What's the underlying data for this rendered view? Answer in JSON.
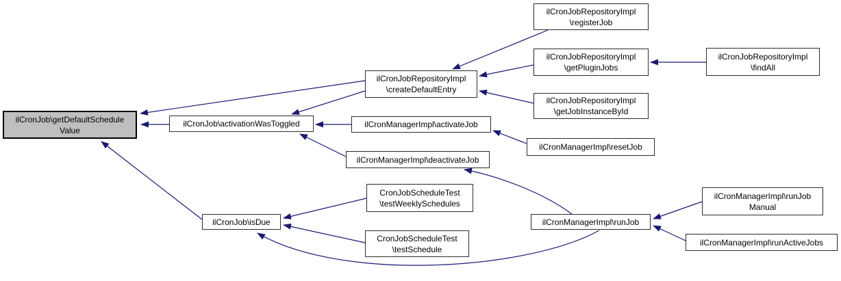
{
  "graph": {
    "type": "caller-graph",
    "accent_color": "#191970",
    "node_border_color": "#2b2b2b",
    "highlight_fill": "#bfbfbf",
    "background_color": "#ffffff",
    "nodes": {
      "getDefaultScheduleValue": {
        "line1": "ilCronJob\\getDefaultSchedule",
        "line2": "Value",
        "highlighted": true
      },
      "activationWasToggled": {
        "line1": "ilCronJob\\activationWasToggled"
      },
      "isDue": {
        "line1": "ilCronJob\\isDue"
      },
      "createDefaultEntry": {
        "line1": "ilCronJobRepositoryImpl",
        "line2": "\\createDefaultEntry"
      },
      "activateJob": {
        "line1": "ilCronManagerImpl\\activateJob"
      },
      "deactivateJob": {
        "line1": "ilCronManagerImpl\\deactivateJob"
      },
      "testWeeklySchedules": {
        "line1": "CronJobScheduleTest",
        "line2": "\\testWeeklySchedules"
      },
      "testSchedule": {
        "line1": "CronJobScheduleTest",
        "line2": "\\testSchedule"
      },
      "registerJob": {
        "line1": "ilCronJobRepositoryImpl",
        "line2": "\\registerJob"
      },
      "getPluginJobs": {
        "line1": "ilCronJobRepositoryImpl",
        "line2": "\\getPluginJobs"
      },
      "getJobInstanceById": {
        "line1": "ilCronJobRepositoryImpl",
        "line2": "\\getJobInstanceById"
      },
      "findAll": {
        "line1": "ilCronJobRepositoryImpl",
        "line2": "\\findAll"
      },
      "resetJob": {
        "line1": "ilCronManagerImpl\\resetJob"
      },
      "runJob": {
        "line1": "ilCronManagerImpl\\runJob"
      },
      "runJobManual": {
        "line1": "ilCronManagerImpl\\runJob",
        "line2": "Manual"
      },
      "runActiveJobs": {
        "line1": "ilCronManagerImpl\\runActiveJobs"
      }
    },
    "edges": [
      {
        "from": "ilCronJob\\activationWasToggled",
        "to": "ilCronJob\\getDefaultScheduleValue"
      },
      {
        "from": "ilCronJobRepositoryImpl\\createDefaultEntry",
        "to": "ilCronJob\\getDefaultScheduleValue"
      },
      {
        "from": "ilCronJob\\isDue",
        "to": "ilCronJob\\getDefaultScheduleValue"
      },
      {
        "from": "ilCronJobRepositoryImpl\\registerJob",
        "to": "ilCronJobRepositoryImpl\\createDefaultEntry"
      },
      {
        "from": "ilCronJobRepositoryImpl\\getPluginJobs",
        "to": "ilCronJobRepositoryImpl\\createDefaultEntry"
      },
      {
        "from": "ilCronJobRepositoryImpl\\getJobInstanceById",
        "to": "ilCronJobRepositoryImpl\\createDefaultEntry"
      },
      {
        "from": "ilCronJobRepositoryImpl\\findAll",
        "to": "ilCronJobRepositoryImpl\\getPluginJobs"
      },
      {
        "from": "ilCronJobRepositoryImpl\\createDefaultEntry",
        "to": "ilCronJob\\activationWasToggled"
      },
      {
        "from": "ilCronManagerImpl\\activateJob",
        "to": "ilCronJob\\activationWasToggled"
      },
      {
        "from": "ilCronManagerImpl\\deactivateJob",
        "to": "ilCronJob\\activationWasToggled"
      },
      {
        "from": "ilCronManagerImpl\\resetJob",
        "to": "ilCronManagerImpl\\activateJob"
      },
      {
        "from": "ilCronManagerImpl\\runJob",
        "to": "ilCronManagerImpl\\deactivateJob"
      },
      {
        "from": "CronJobScheduleTest\\testWeeklySchedules",
        "to": "ilCronJob\\isDue"
      },
      {
        "from": "CronJobScheduleTest\\testSchedule",
        "to": "ilCronJob\\isDue"
      },
      {
        "from": "ilCronManagerImpl\\runJob",
        "to": "ilCronJob\\isDue"
      },
      {
        "from": "ilCronManagerImpl\\runJobManual",
        "to": "ilCronManagerImpl\\runJob"
      },
      {
        "from": "ilCronManagerImpl\\runActiveJobs",
        "to": "ilCronManagerImpl\\runJob"
      }
    ]
  }
}
